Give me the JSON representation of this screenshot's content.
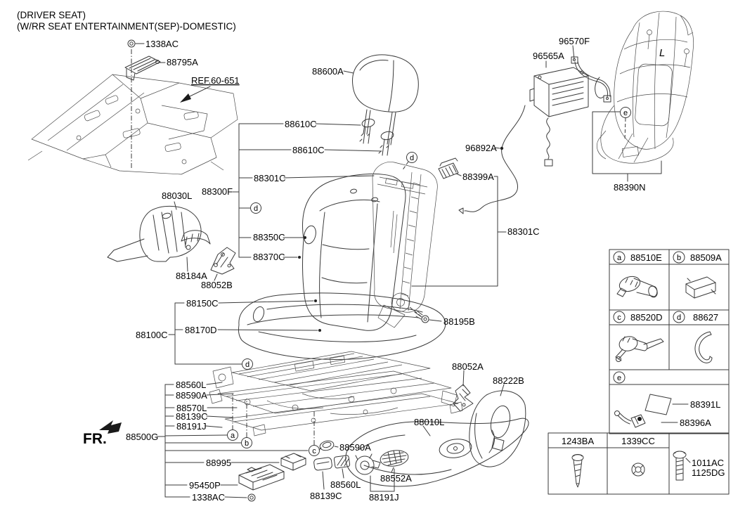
{
  "title": {
    "line1": "(DRIVER SEAT)",
    "line2": "(W/RR SEAT ENTERTAINMENT(SEP)-DOMESTIC)"
  },
  "reference_label": "REF.60-651",
  "direction_label": "FR.",
  "frame_marking": "L",
  "callouts": {
    "a": "a",
    "b": "b",
    "c": "c",
    "d": "d",
    "e": "e"
  },
  "part_labels": {
    "bolt_floor": "1338AC",
    "receiver_module": "88795A",
    "headrest": "88600A",
    "headrest_guide_a": "88610C",
    "headrest_guide_b": "88610C",
    "back_frame": "88301C",
    "back_assy": "88300F",
    "back_pad": "88350C",
    "back_covering": "88370C",
    "shield_outer_rear": "88030L",
    "guide_webbing": "88184A",
    "bracket_outer": "88052B",
    "cushion_pad": "88150C",
    "cushion_covering": "88170D",
    "cushion_assy": "88100C",
    "cover_rail_front": "88560L",
    "cap_rail": "88590A",
    "cover_rail_rear": "88570L",
    "cover_inner": "88139C",
    "knob_height": "88191J",
    "track_assy": "88500G",
    "ecu_module": "88995",
    "controller": "95450P",
    "bolt_track": "1338AC",
    "cap_front": "88590A",
    "cover_front": "88560L",
    "cover_cap_front": "88139C",
    "cover_mesh": "88552A",
    "knob_front": "88191J",
    "shield_front": "88010L",
    "bracket_inner_front": "88052A",
    "shield_outer_front": "88222B",
    "screw_back": "88195B",
    "back_frame_right": "88301C",
    "bracket_blower": "96570F",
    "blower_unit": "96565A",
    "wiring_harness": "96892A",
    "connector_back": "88399A",
    "board_back": "88390N"
  },
  "ref_table": {
    "cells": [
      {
        "callout": "a",
        "part": "88510E"
      },
      {
        "callout": "b",
        "part": "88509A"
      },
      {
        "callout": "c",
        "part": "88520D"
      },
      {
        "callout": "d",
        "part": "88627"
      }
    ],
    "e_row": {
      "callout": "e",
      "tag_part": "88391L",
      "connector_part": "88396A"
    }
  },
  "fastener_table": {
    "columns": [
      "1243BA",
      "1339CC"
    ],
    "bolt_parts": [
      "1011AC",
      "1125DG"
    ]
  },
  "colors": {
    "line": "#3a3a3a",
    "text": "#000000",
    "background": "#ffffff"
  }
}
